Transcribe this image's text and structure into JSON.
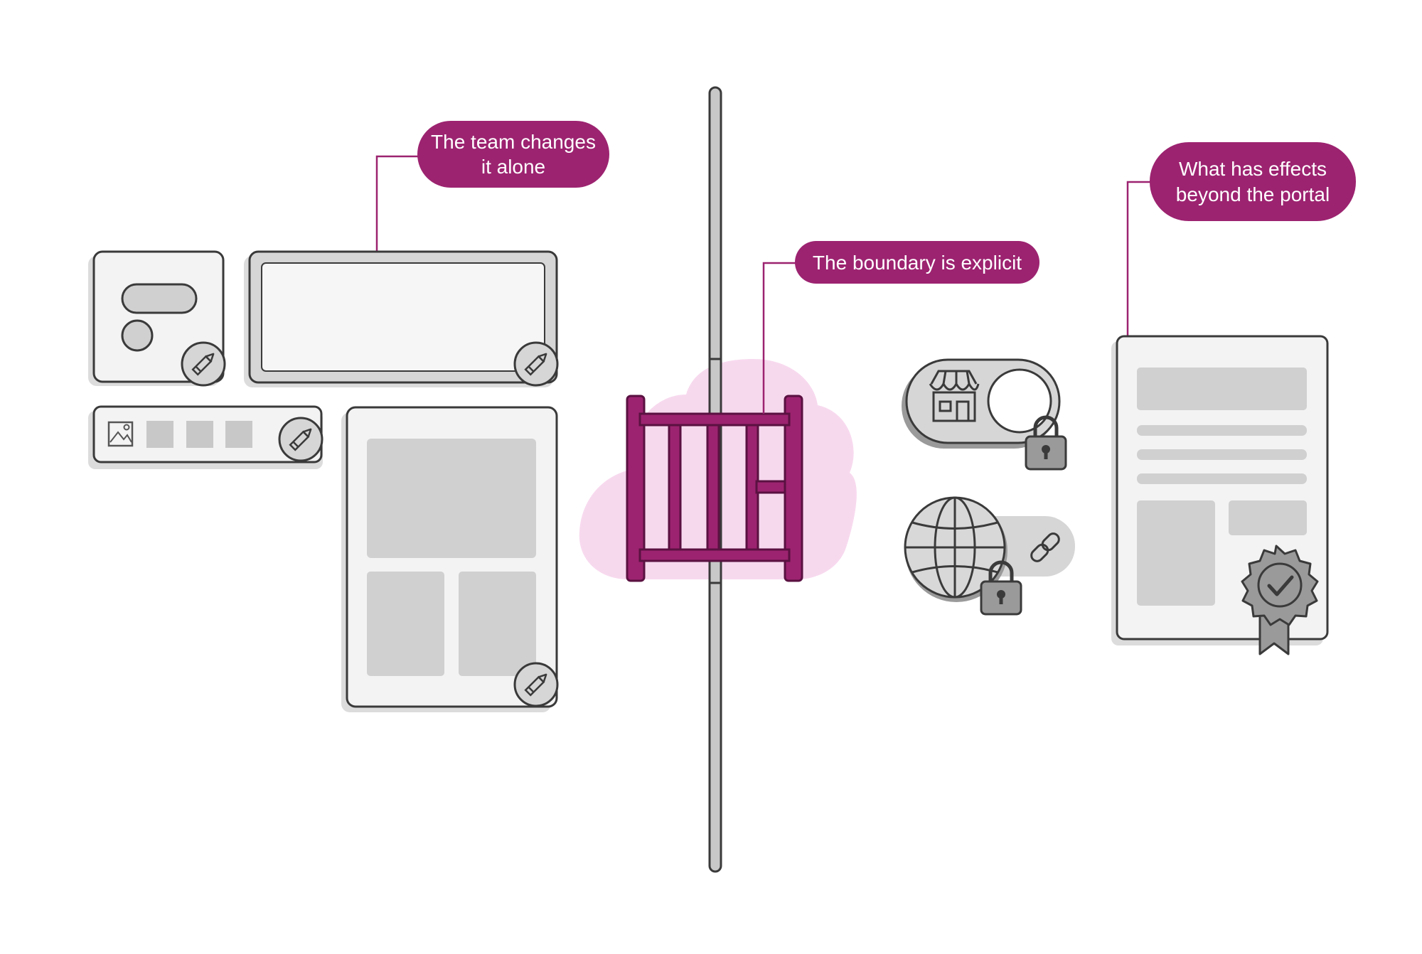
{
  "callouts": {
    "team_changes_alone": [
      "The team changes",
      "it alone"
    ],
    "boundary_explicit": "The boundary is explicit",
    "effects_beyond_portal": [
      "What has effects",
      "beyond the portal"
    ]
  },
  "icons": {
    "left_zone": [
      "pencil-icon",
      "image-icon"
    ],
    "boundary": [
      "gate-icon",
      "cloud-icon"
    ],
    "right_zone": [
      "storefront-icon",
      "toggle-icon",
      "lock-icon",
      "globe-icon",
      "link-icon",
      "document-icon",
      "certificate-badge-icon",
      "checkmark-icon"
    ]
  },
  "colors": {
    "accent": "#9c2370",
    "accent_dark": "#5a1141",
    "cloud": "#f7d9ee",
    "outline": "#3a3a3a",
    "card_fill": "#f3f3f3",
    "card_shadow": "#dcdcdc",
    "placeholder": "#d0d0d0",
    "divider": "#c8c8c8"
  }
}
